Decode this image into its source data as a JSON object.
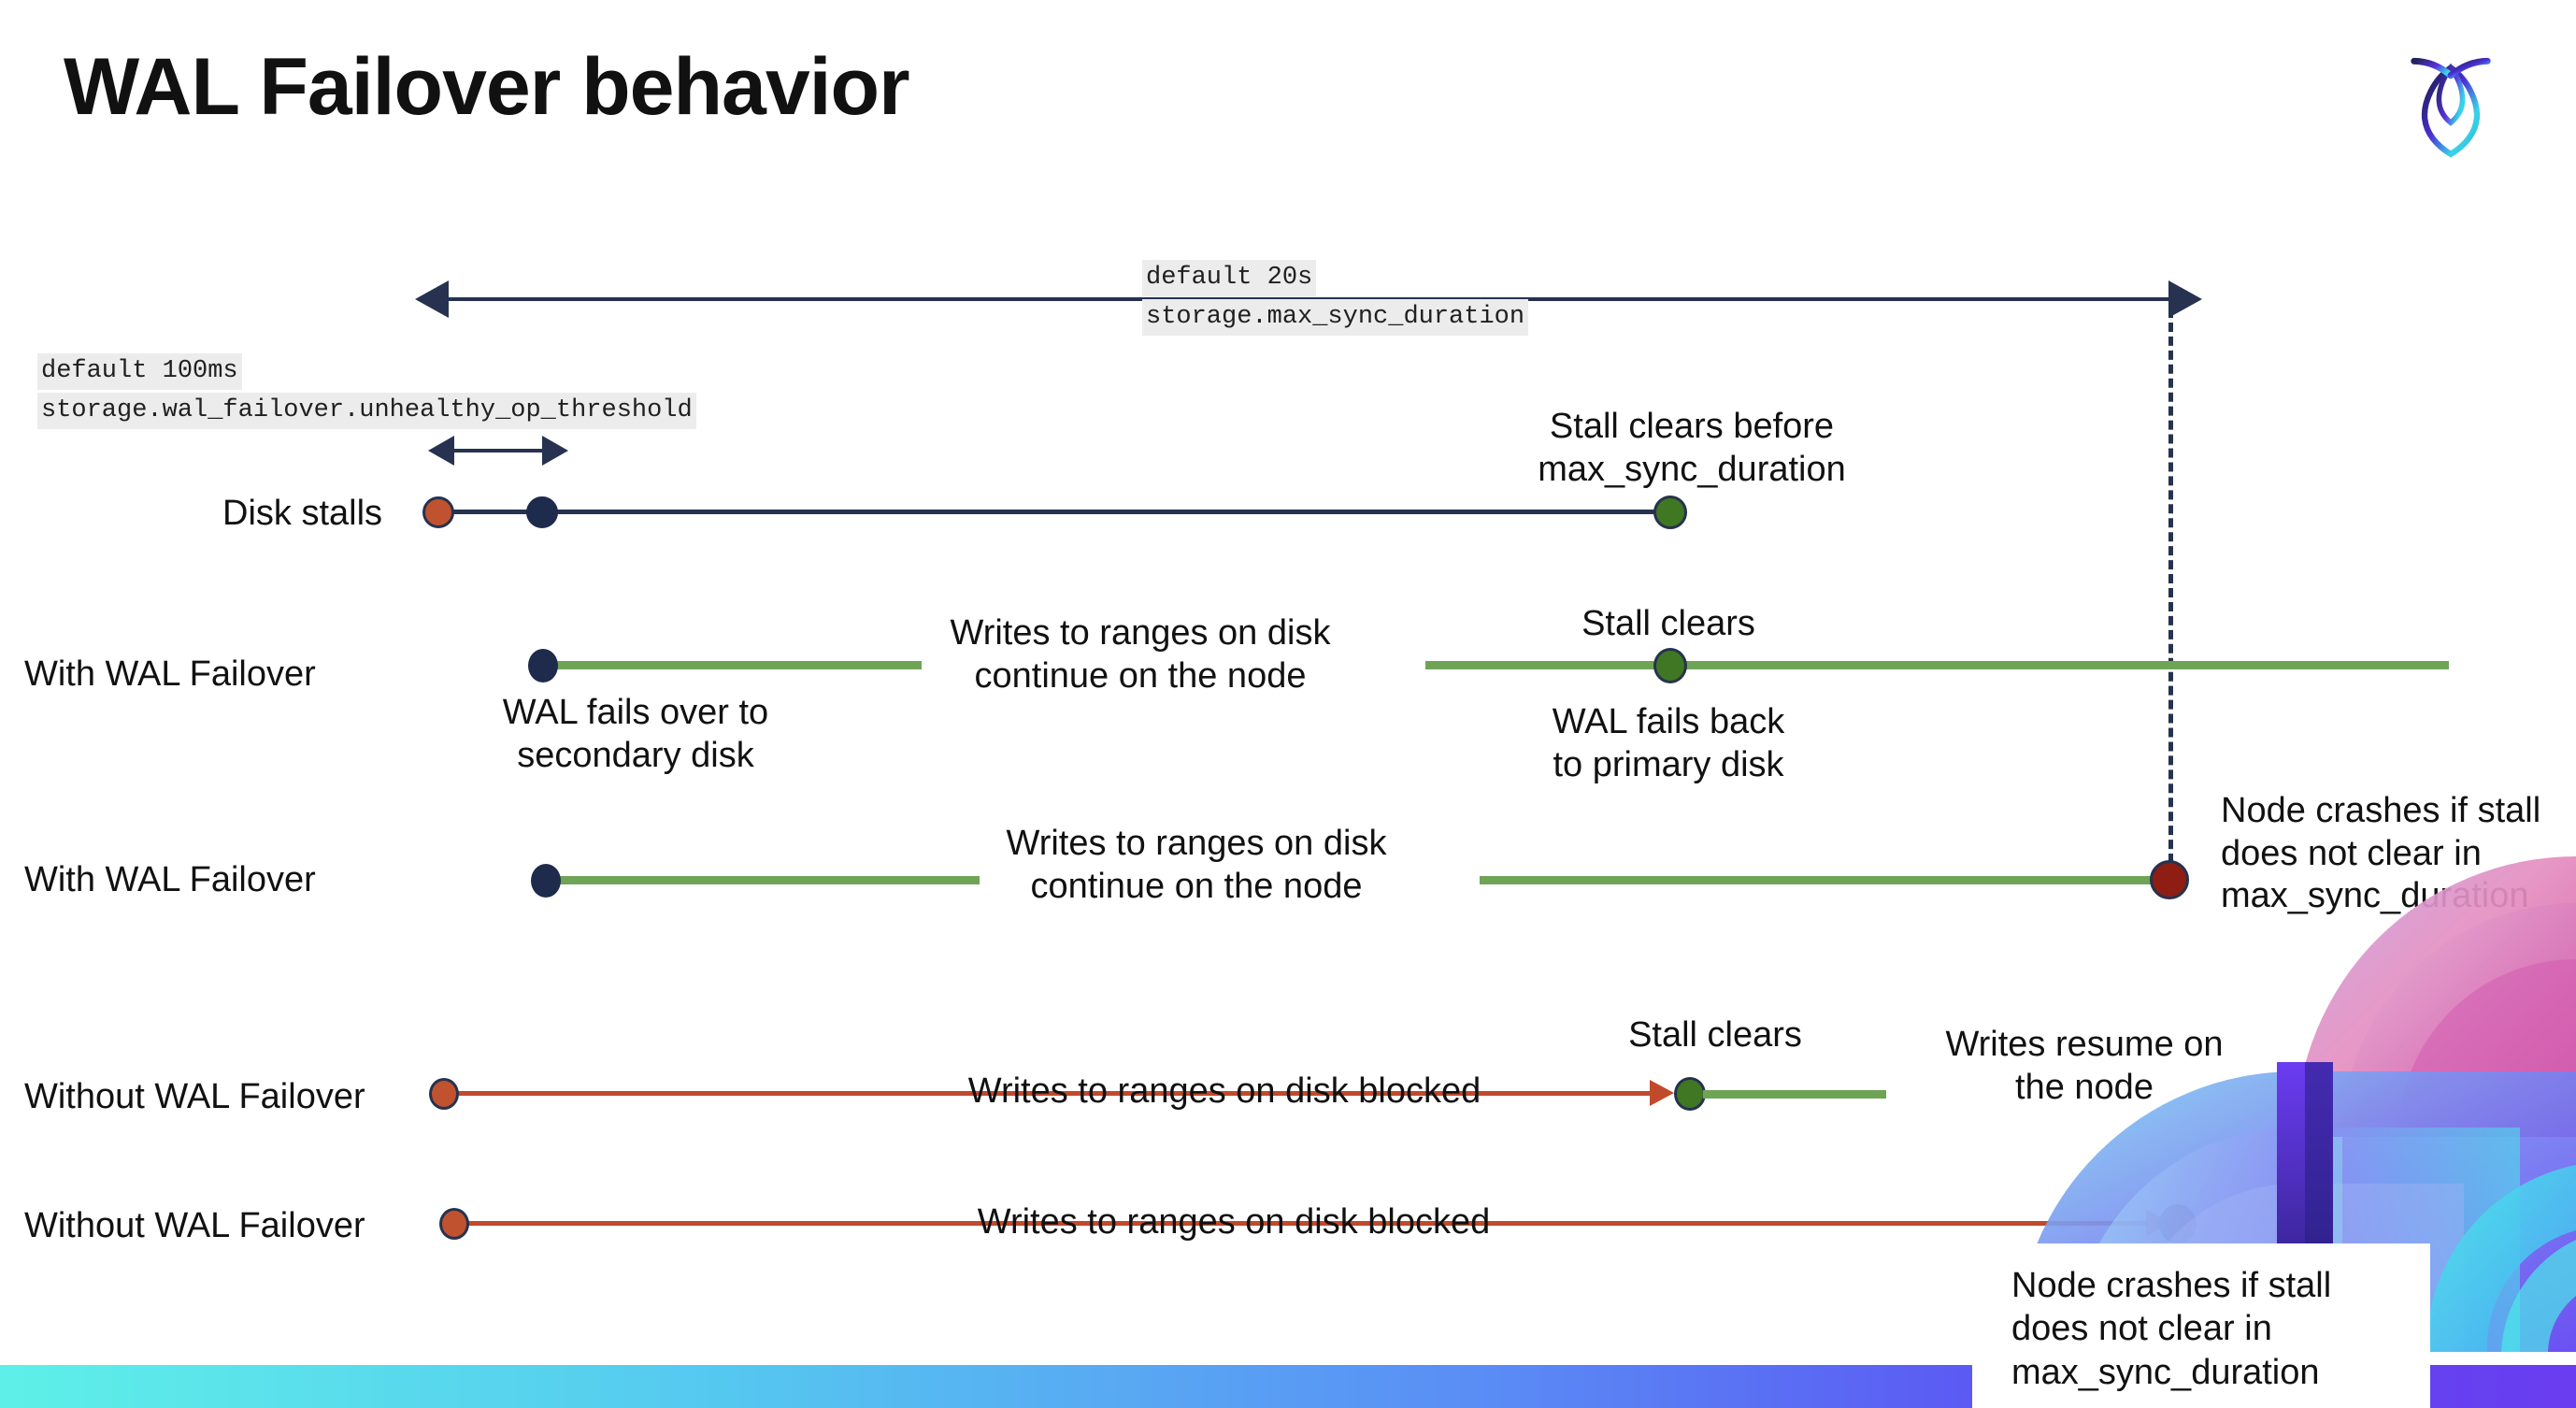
{
  "title": "WAL Failover behavior",
  "logo": {
    "name": "cockroachdb-logo"
  },
  "colors": {
    "navy": "#26324f",
    "green": "#6fa457",
    "red": "#c04a2b",
    "dark_red": "#8e1d14",
    "green_dot": "#3f7722",
    "chip_bg": "#ececec"
  },
  "settings": {
    "max_sync_duration": {
      "default": "default 20s",
      "key": "storage.max_sync_duration"
    },
    "unhealthy_op_threshold": {
      "default": "default 100ms",
      "key": "storage.wal_failover.unhealthy_op_threshold"
    }
  },
  "rows": {
    "disk_stalls": {
      "label": "Disk stalls",
      "annotation": "Stall clears before\nmax_sync_duration"
    },
    "with_failover_clears": {
      "label": "With WAL Failover",
      "annot_failover": "WAL fails over to\nsecondary disk",
      "annot_writes": "Writes to ranges on disk\ncontinue on the node",
      "annot_stall_clears": "Stall clears",
      "annot_fail_back": "WAL fails  back\nto primary disk"
    },
    "with_failover_crash": {
      "label": "With WAL Failover",
      "annot_writes": "Writes to ranges on disk\ncontinue on the node",
      "annot_crash": "Node crashes if stall\ndoes not clear in\nmax_sync_duration"
    },
    "without_failover_clears": {
      "label": "Without WAL Failover",
      "annot_blocked": "Writes to ranges on disk  blocked",
      "annot_stall_clears": "Stall clears",
      "annot_resume": "Writes resume on\nthe node"
    },
    "without_failover_crash": {
      "label": "Without WAL Failover",
      "annot_blocked": "Writes to ranges on disk  blocked",
      "annot_crash": "Node crashes if stall\ndoes not clear in\nmax_sync_duration"
    }
  }
}
